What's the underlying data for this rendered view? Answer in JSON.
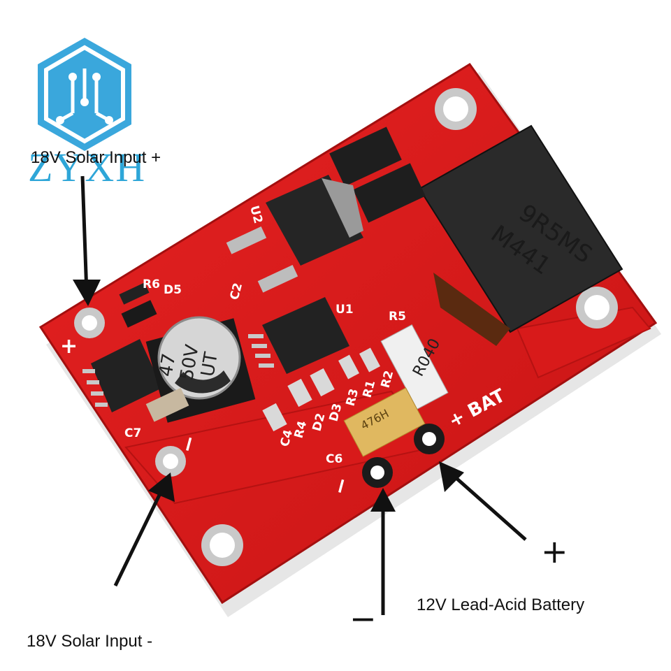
{
  "annotations": {
    "solar_plus": "18V Solar Input +",
    "solar_minus": "18V Solar Input -",
    "battery": "12V Lead-Acid Battery",
    "battery_plus_sign": "+",
    "battery_minus_sign": "−"
  },
  "watermark": {
    "brand": "ZYXH"
  },
  "pcb": {
    "board_color": "#e01b1b",
    "silkscreen": {
      "plus": "+",
      "minus": "−",
      "bat": "+ BAT",
      "bat_minus": "−",
      "r6": "R6",
      "d5": "D5",
      "c7": "C7",
      "c4": "C4",
      "c6": "C6",
      "c2": "C2",
      "u1": "U1",
      "u2": "U2",
      "r5": "R5",
      "r4": "R4",
      "d2": "D2",
      "d3": "D3",
      "r3": "R3",
      "r1": "R1",
      "r2": "R2"
    },
    "components": {
      "inductor_code_line1": "9R5MS",
      "inductor_code_line2": "M441",
      "capacitor_value_line1": "47",
      "capacitor_value_line2": "50V",
      "capacitor_value_line3": "UT",
      "resistor_code": "R040",
      "tantalum_code": "476H"
    }
  }
}
